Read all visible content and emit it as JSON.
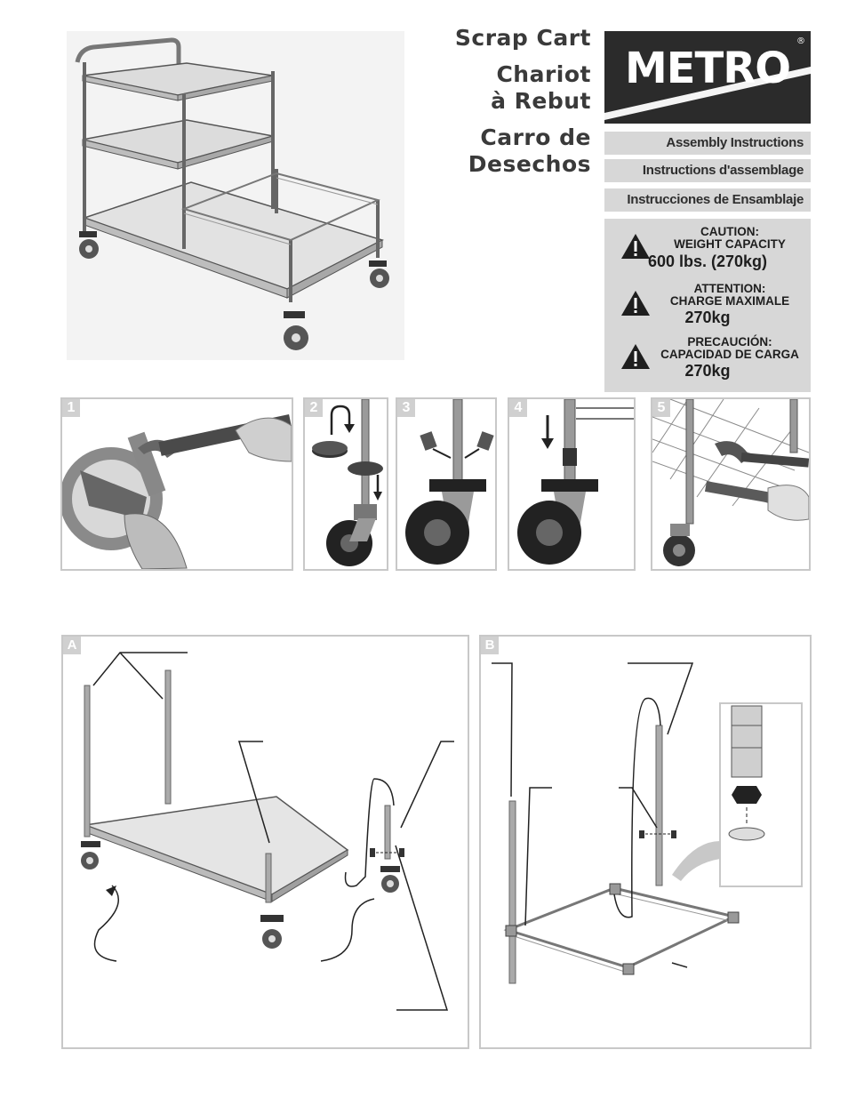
{
  "titles": {
    "en": "Scrap Cart",
    "fr_line1": "Chariot",
    "fr_line2": "à Rebut",
    "es_line1": "Carro de",
    "es_line2": "Desechos"
  },
  "logo": {
    "text": "METRO",
    "reg": "®"
  },
  "instructions": {
    "en": "Assembly Instructions",
    "fr": "Instructions d'assemblage",
    "es": "Instrucciones de Ensamblaje"
  },
  "cautions": [
    {
      "head1": "CAUTION:",
      "head2": "WEIGHT CAPACITY",
      "value": "600 lbs. (270kg)"
    },
    {
      "head1": "ATTENTION:",
      "head2": "CHARGE MAXIMALE",
      "value": "270kg"
    },
    {
      "head1": "PRECAUCIÓN:",
      "head2": "CAPACIDAD DE CARGA",
      "value": "270kg"
    }
  ],
  "steps": [
    "1",
    "2",
    "3",
    "4",
    "5"
  ],
  "panels": {
    "a": "A",
    "b": "B"
  }
}
